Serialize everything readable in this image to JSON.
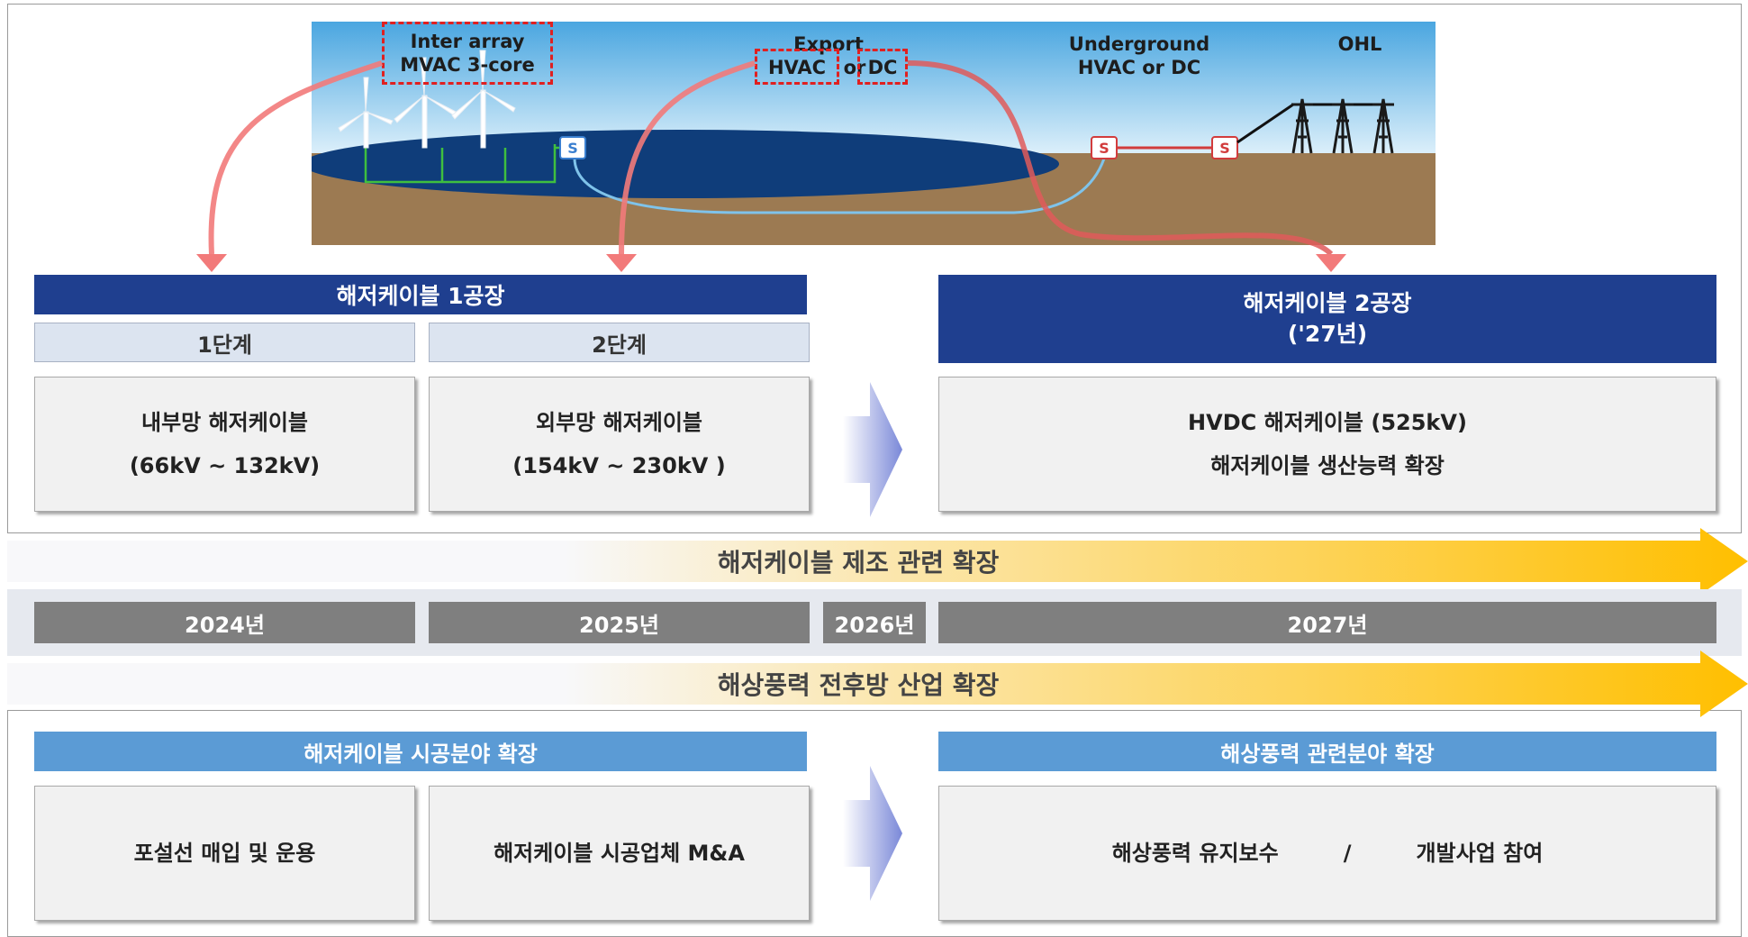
{
  "illustration": {
    "inter_array": [
      "Inter array",
      "MVAC 3-core"
    ],
    "export": {
      "title": "Export",
      "hvac": "HVAC",
      "or": "or",
      "dc": "DC"
    },
    "underground": [
      "Underground",
      "HVAC or DC"
    ],
    "ohl": "OHL",
    "substation": "S"
  },
  "plant1": {
    "title": "해저케이블 1공장",
    "stage1": "1단계",
    "stage2": "2단계",
    "card1": [
      "내부망 해저케이블",
      "(66kV ~ 132kV)"
    ],
    "card2": [
      "외부망 해저케이블",
      "(154kV ~ 230kV )"
    ]
  },
  "plant2": {
    "title": [
      "해저케이블 2공장",
      "('27년)"
    ],
    "card": [
      "HVDC 해저케이블 (525kV)",
      "해저케이블 생산능력 확장"
    ]
  },
  "bands": {
    "manufacturing": "해저케이블 제조 관련 확장",
    "industry": "해상풍력 전후방 산업 확장"
  },
  "years": [
    "2024년",
    "2025년",
    "2026년",
    "2027년"
  ],
  "construction": {
    "title": "해저케이블 시공분야 확장",
    "card1": "포설선 매입 및 운용",
    "card2": "해저케이블 시공업체 M&A"
  },
  "offshore": {
    "title": "해상풍력 관련분야 확장",
    "left": "해상풍력 유지보수",
    "sep": "/",
    "right": "개발사업 참여"
  },
  "colors": {
    "navy": "#1f3f8f",
    "light_blue": "#5b9bd5",
    "gold": "#ffc000",
    "red_curve": "#f27a7a",
    "year_gray": "#7f7f7f"
  }
}
